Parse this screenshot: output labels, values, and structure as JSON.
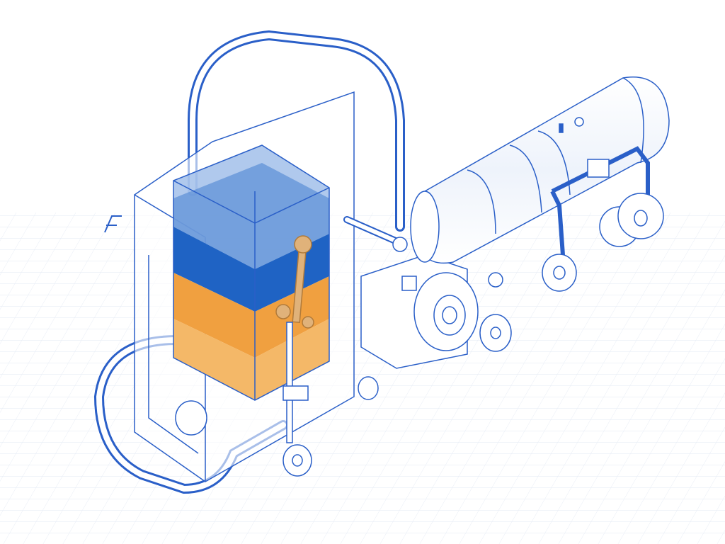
{
  "colors": {
    "line": "#2a5fc8",
    "line_light": "#9bb6e6",
    "grid": "#dfe6f2",
    "water_light": "#5b8fd6",
    "water_dark": "#1f63c4",
    "fluid_orange": "#f0a040",
    "fluid_orange_light": "#f4b868",
    "lever_tan": "#e0b27a",
    "background": "#ffffff"
  },
  "icons": [
    "tank",
    "cylinder-motor",
    "pipe",
    "wheel",
    "lever",
    "valve"
  ]
}
